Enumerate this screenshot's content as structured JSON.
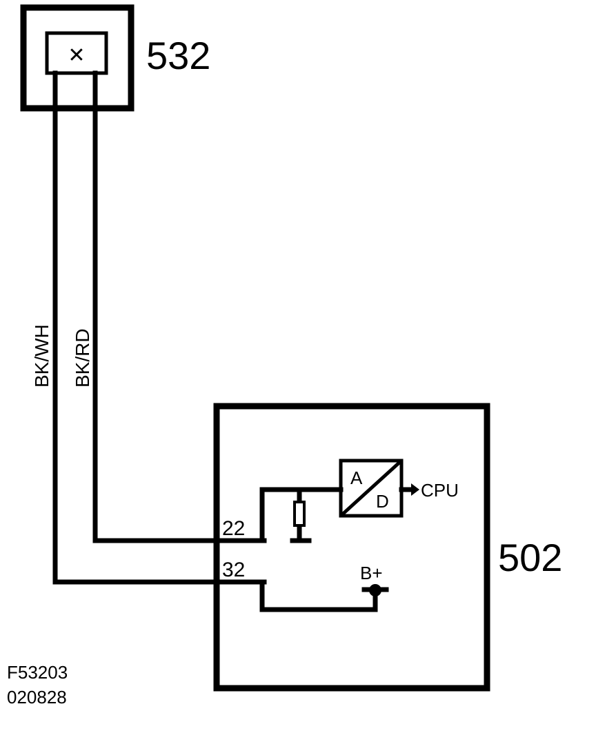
{
  "components": {
    "sensor": {
      "id": "532",
      "symbol": "✕"
    },
    "module": {
      "id": "502"
    }
  },
  "pins": {
    "pin_22": "22",
    "pin_32": "32"
  },
  "wires": {
    "left": "BK/WH",
    "right": "BK/RD"
  },
  "converter": {
    "in_label": "A",
    "out_label": "D",
    "output": "CPU"
  },
  "supply": "B+",
  "figure": {
    "code": "F53203",
    "date": "020828"
  }
}
